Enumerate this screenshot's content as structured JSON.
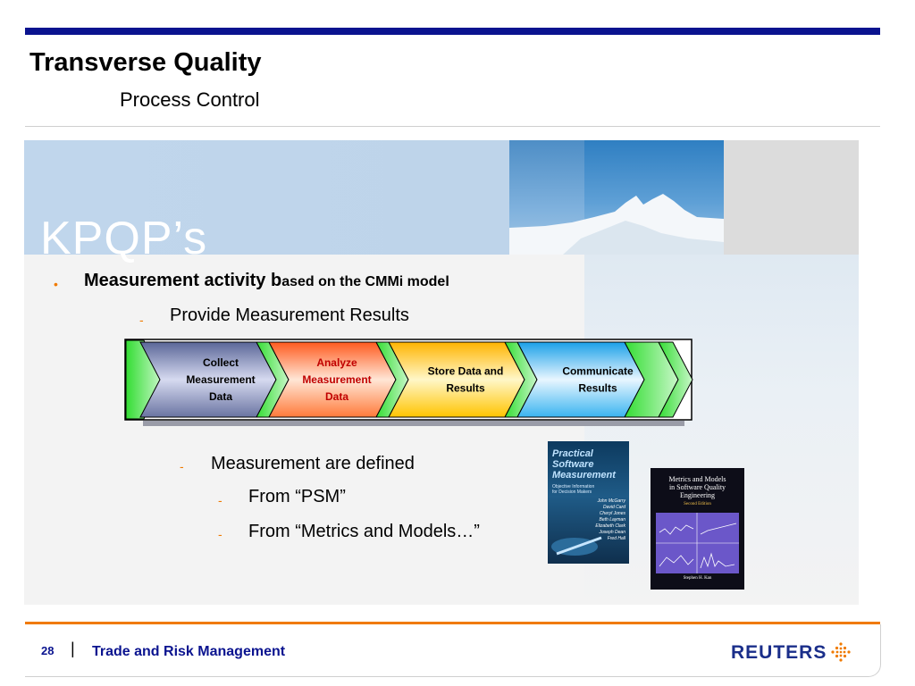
{
  "header": {
    "title": "Transverse Quality",
    "subtitle": "Process Control"
  },
  "banner": {
    "heading": "KPQP’s"
  },
  "content": {
    "bullet1": {
      "bold": "Measurement activity b",
      "rest": "ased on the CMMi model"
    },
    "sub1": "Provide Measurement Results",
    "sub2": "Measurement are defined",
    "sub2a": "From “PSM”",
    "sub2b": "From “Metrics and Models…”"
  },
  "process": {
    "steps": [
      {
        "lines": [
          "Collect",
          "Measurement",
          "Data"
        ],
        "color": "#000000"
      },
      {
        "lines": [
          "Analyze",
          "Measurement",
          "Data"
        ],
        "color": "#c00000"
      },
      {
        "lines": [
          "Store Data and",
          "Results"
        ],
        "color": "#000000"
      },
      {
        "lines": [
          "Communicate",
          "Results"
        ],
        "color": "#000000"
      }
    ]
  },
  "books": {
    "psm": {
      "title_lines": [
        "Practical",
        "Software",
        "Measurement"
      ],
      "subtitle_lines": [
        "Objective Information",
        "for Decision Makers"
      ],
      "authors": [
        "John McGarry",
        "David Card",
        "Cheryl Jones",
        "Beth Layman",
        "Elizabeth Clark",
        "Joseph Dean",
        "Fred Hall"
      ]
    },
    "metrics": {
      "title_lines": [
        "Metrics and Models",
        "in Software Quality",
        "Engineering"
      ],
      "edition": "Second Edition",
      "author": "Stephen H. Kan"
    }
  },
  "footer": {
    "page": "28",
    "separator": "|",
    "text": "Trade and Risk Management",
    "logo": "REUTERS"
  },
  "colors": {
    "brand_blue": "#0a138f",
    "accent_orange": "#f07a00"
  }
}
